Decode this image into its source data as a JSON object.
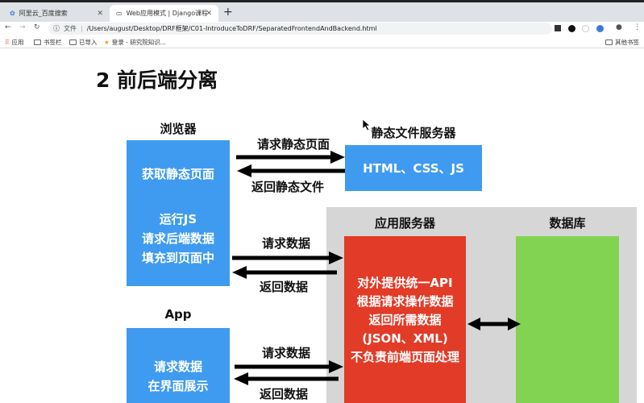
{
  "browser": {
    "tabs": [
      {
        "title": "阿里云_百度搜索",
        "icon": "globe-icon"
      },
      {
        "title": "Web应用模式 | Django课程讲义",
        "icon": "book-icon"
      }
    ],
    "new_tab": "+",
    "address": {
      "security": "文件",
      "url": "/Users/august/Desktop/DRF框架/C01-IntroduceToDRF/SeparatedFrontendAndBackend.html"
    },
    "bookmarks": [
      "应用",
      "书签栏",
      "已导入",
      "登录 - 研究院知识..."
    ],
    "other_bookmarks": "其他书签"
  },
  "slide": {
    "title": "2 前后端分离",
    "browser_label": "浏览器",
    "browser_box": {
      "line1": "获取静态页面",
      "lines": [
        "运行JS",
        "请求后端数据",
        "填充到页面中"
      ]
    },
    "static_label": "静态文件服务器",
    "static_box": "HTML、CSS、JS",
    "static_req": "请求静态页面",
    "static_resp": "返回静态文件",
    "app_server_label": "应用服务器",
    "db_label": "数据库",
    "app_server_lines": [
      "对外提供统一API",
      "根据请求操作数据",
      "返回所需数据",
      "(JSON、XML)",
      "不负责前端页面处理"
    ],
    "req1": "请求数据",
    "resp1": "返回数据",
    "app_label": "App",
    "app_box": [
      "请求数据",
      "在界面展示"
    ],
    "req2": "请求数据",
    "resp2": "返回数据",
    "colors": {
      "blue": "#3f9bf0",
      "red": "#e23b27",
      "green": "#83d353",
      "gray": "#d6d6d6"
    }
  }
}
